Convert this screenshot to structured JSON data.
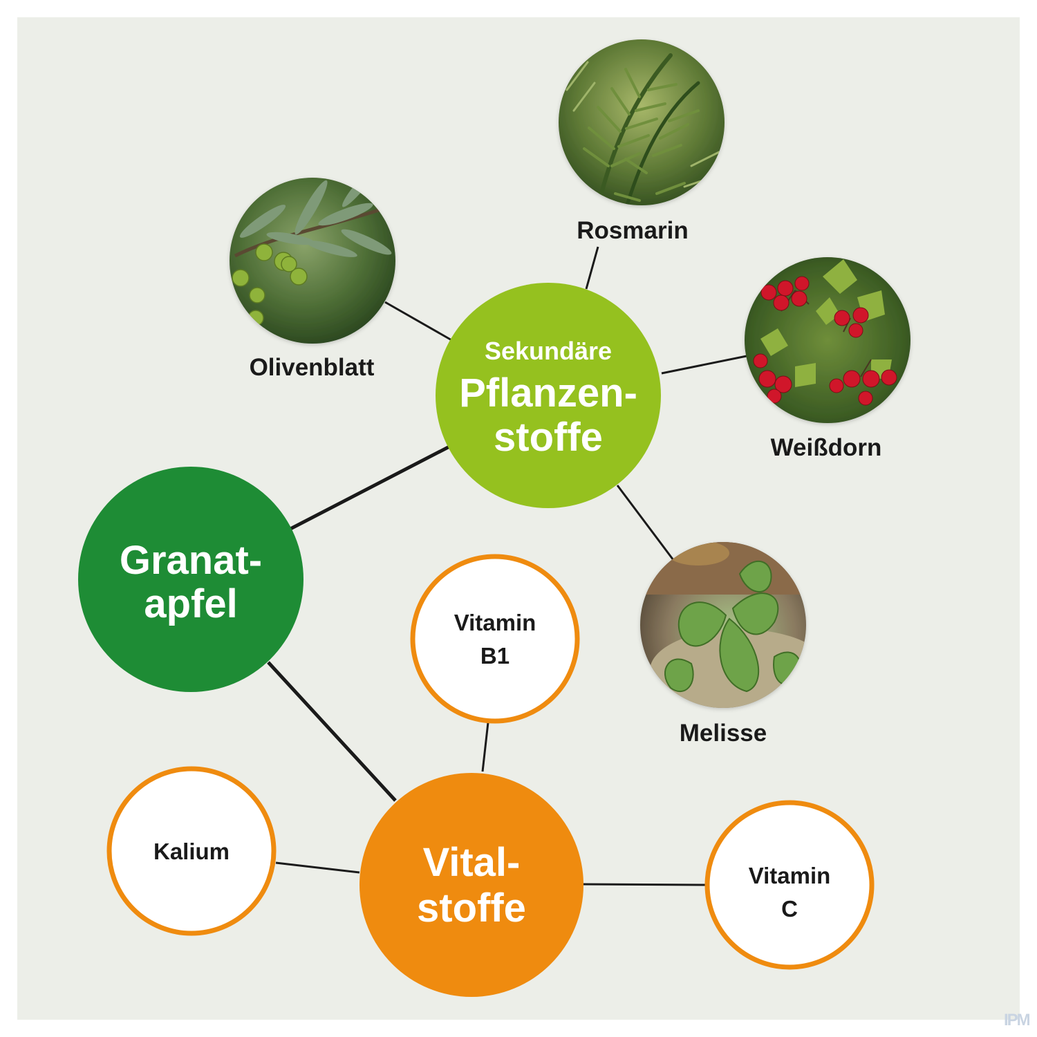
{
  "hubs": {
    "pflanzenstoffe": {
      "line1": "Sekundäre",
      "line2": "Pflanzen-",
      "line3": "stoffe",
      "color": "#95c11f"
    },
    "granatapfel": {
      "line1": "Granat-",
      "line2": "apfel",
      "color": "#1e8c35"
    },
    "vitalstoffe": {
      "line1": "Vital-",
      "line2": "stoffe",
      "color": "#ef8b0f"
    }
  },
  "plants": [
    {
      "label": "Rosmarin",
      "icon": "rosemary-photo"
    },
    {
      "label": "Olivenblatt",
      "icon": "olive-branch-photo"
    },
    {
      "label": "Weißdorn",
      "icon": "hawthorn-berries-photo"
    },
    {
      "label": "Melisse",
      "icon": "lemon-balm-photo"
    }
  ],
  "nutrients": {
    "vitamin_b1": {
      "line1": "Vitamin",
      "line2": "B1"
    },
    "kalium": {
      "line1": "Kalium"
    },
    "vitamin_c": {
      "line1": "Vitamin",
      "line2": "C"
    }
  },
  "nutrient_ring_color": "#ef8b0f",
  "watermark": "IPM"
}
